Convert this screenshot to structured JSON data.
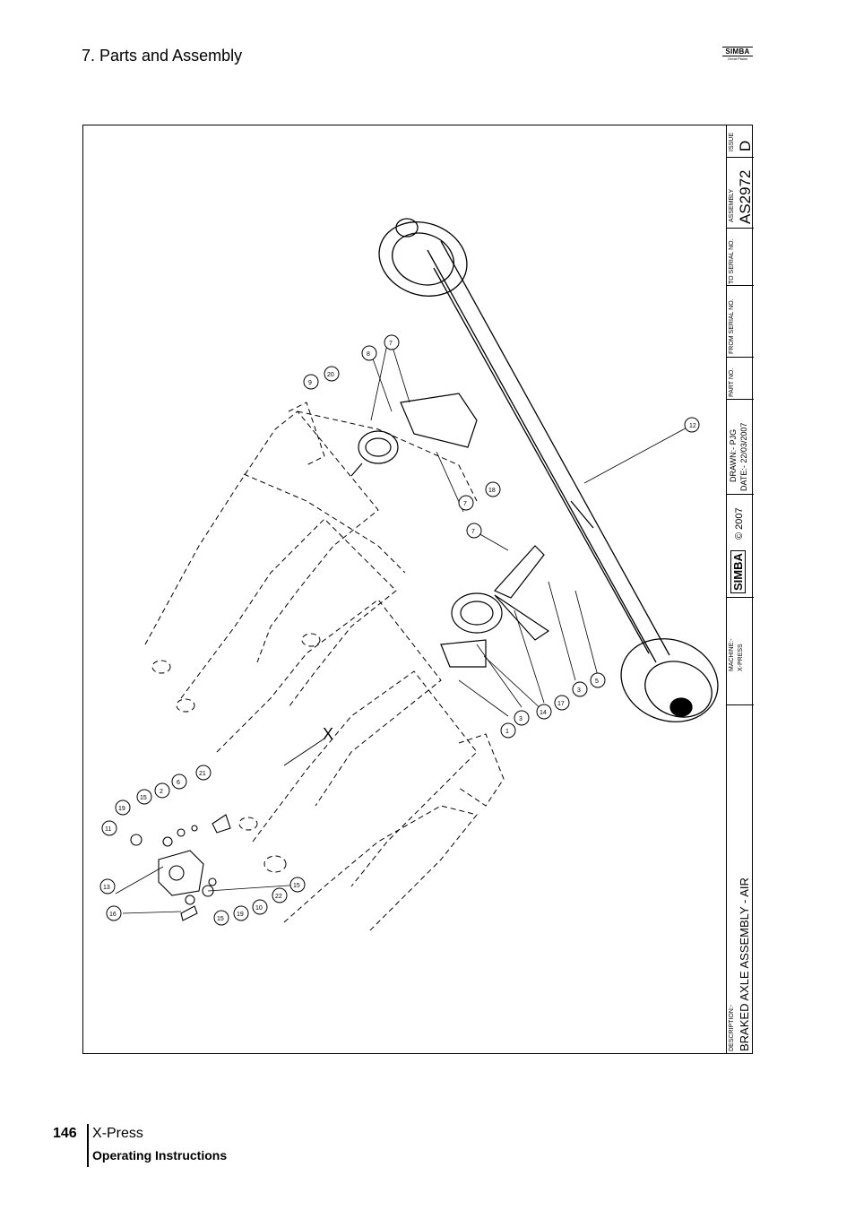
{
  "header": {
    "section_title": "7. Parts and Assembly",
    "logo_text": "SIMBA",
    "logo_subtext": "Great Plains"
  },
  "title_block": {
    "issue_label": "ISSUE",
    "issue_value": "D",
    "assembly_label": "ASSEMBLY",
    "assembly_value": "AS2972",
    "to_serial_label": "TO SERIAL NO.",
    "from_serial_label": "FROM SERIAL NO.",
    "part_no_label": "PART NO.",
    "drawn_label": "DRAWN:- PJG",
    "date_label": "DATE:- 22/03/2007",
    "copyright": "© 2007",
    "logo_text": "SIMBA",
    "machine_label": "MACHINE:-",
    "machine_value": "X-PRESS",
    "description_label": "DESCRIPTION:-",
    "description_value": "BRAKED AXLE ASSEMBLY - AIR"
  },
  "drawing": {
    "view_marker": "X",
    "callouts": [
      "1",
      "2",
      "3",
      "3",
      "5",
      "6",
      "7",
      "7",
      "7",
      "8",
      "9",
      "10",
      "11",
      "12",
      "13",
      "14",
      "15",
      "15",
      "15",
      "16",
      "17",
      "18",
      "19",
      "19",
      "20",
      "21",
      "22"
    ]
  },
  "footer": {
    "page_number": "146",
    "title": "X-Press",
    "subtitle": "Operating Instructions"
  }
}
